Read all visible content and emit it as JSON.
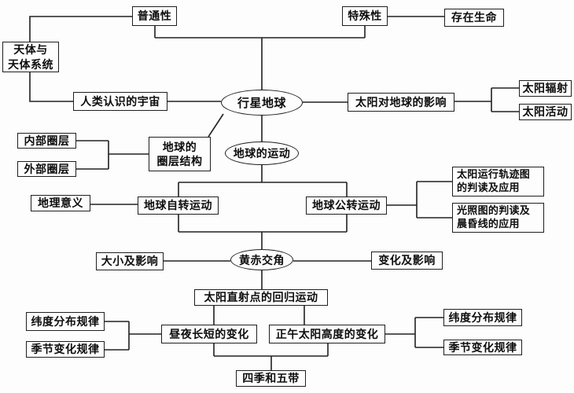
{
  "diagram_type": "concept-map",
  "topic": "行星地球",
  "colors": {
    "background": "#fdfdfd",
    "line": "#212121",
    "box_border": "#1f1f1f",
    "text": "#0d0d0d"
  },
  "nodes": {
    "commonality": "普通性",
    "uniqueness": "特殊性",
    "life_exists": "存在生命",
    "celestial_line1": "天体与",
    "celestial_line2": "天体系统",
    "universe_known": "人类认识的宇宙",
    "planet_earth": "行星地球",
    "sun_influence": "太阳对地球的影响",
    "solar_radiation": "太阳辐射",
    "solar_activity": "太阳活动",
    "inner_layers": "内部圈层",
    "outer_layers": "外部圈层",
    "layer_structure_line1": "地球的",
    "layer_structure_line2": "圈层结构",
    "earth_motion": "地球的运动",
    "geo_significance": "地理意义",
    "rotation": "地球自转运动",
    "revolution": "地球公转运动",
    "sun_trajectory_line1": "太阳运行轨迹图",
    "sun_trajectory_line2": "的判读及应用",
    "illumination_line1": "光照图的判读及",
    "illumination_line2": "晨昏线的应用",
    "obliquity": "黄赤交角",
    "size_influence": "大小及影响",
    "change_influence": "变化及影响",
    "subsolar_movement": "太阳直射点的回归运动",
    "day_night_change": "昼夜长短的变化",
    "noon_sun_change": "正午太阳高度的变化",
    "latitude_rule_left": "纬度分布规律",
    "season_rule_left": "季节变化规律",
    "latitude_rule_right": "纬度分布规律",
    "season_rule_right": "季节变化规律",
    "four_seasons": "四季和五带"
  }
}
